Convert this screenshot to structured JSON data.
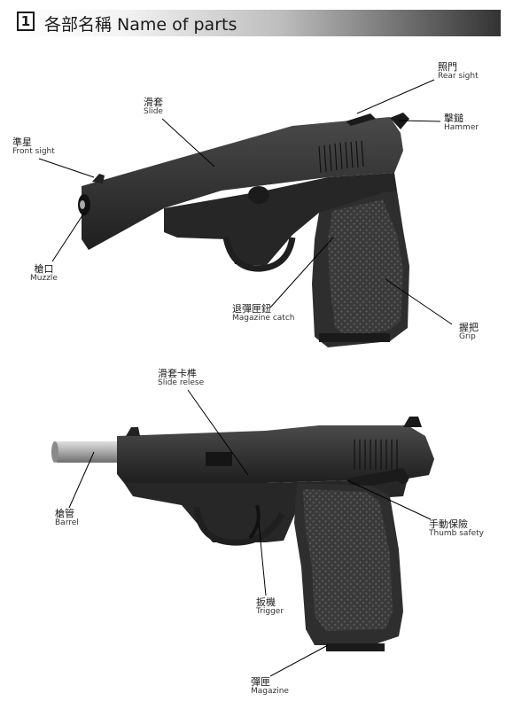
{
  "header": {
    "number": "1",
    "title": "各部名稱 Name of parts"
  },
  "parts_top": {
    "rear_sight": {
      "zh": "照門",
      "en": "Rear sight"
    },
    "hammer": {
      "zh": "擊鎚",
      "en": "Hammer"
    },
    "slide": {
      "zh": "滑套",
      "en": "Slide"
    },
    "front_sight": {
      "zh": "準星",
      "en": "Front sight"
    },
    "muzzle": {
      "zh": "槍口",
      "en": "Muzzle"
    },
    "magazine_catch": {
      "zh": "退彈匣鈕",
      "en": "Magazine catch"
    },
    "grip": {
      "zh": "握把",
      "en": "Grip"
    }
  },
  "parts_bottom": {
    "slide_release": {
      "zh": "滑套卡榫",
      "en": "Slide relese"
    },
    "barrel": {
      "zh": "槍管",
      "en": "Barrel"
    },
    "thumb_safety": {
      "zh": "手動保險",
      "en": "Thumb safety"
    },
    "trigger": {
      "zh": "扳機",
      "en": "Trigger"
    },
    "magazine": {
      "zh": "彈匣",
      "en": "Magazine"
    }
  },
  "colors": {
    "gun_body": "#2b2b2b",
    "gun_grip": "#3a3a3a",
    "barrel_steel": "#b8b8b8",
    "leader_line": "#000000"
  }
}
